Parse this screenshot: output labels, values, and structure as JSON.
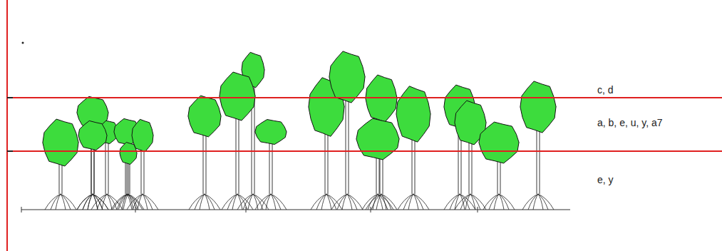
{
  "diagram": {
    "labels": [
      "c, d",
      "a, b, e, u, y, a7",
      "e, y"
    ]
  }
}
